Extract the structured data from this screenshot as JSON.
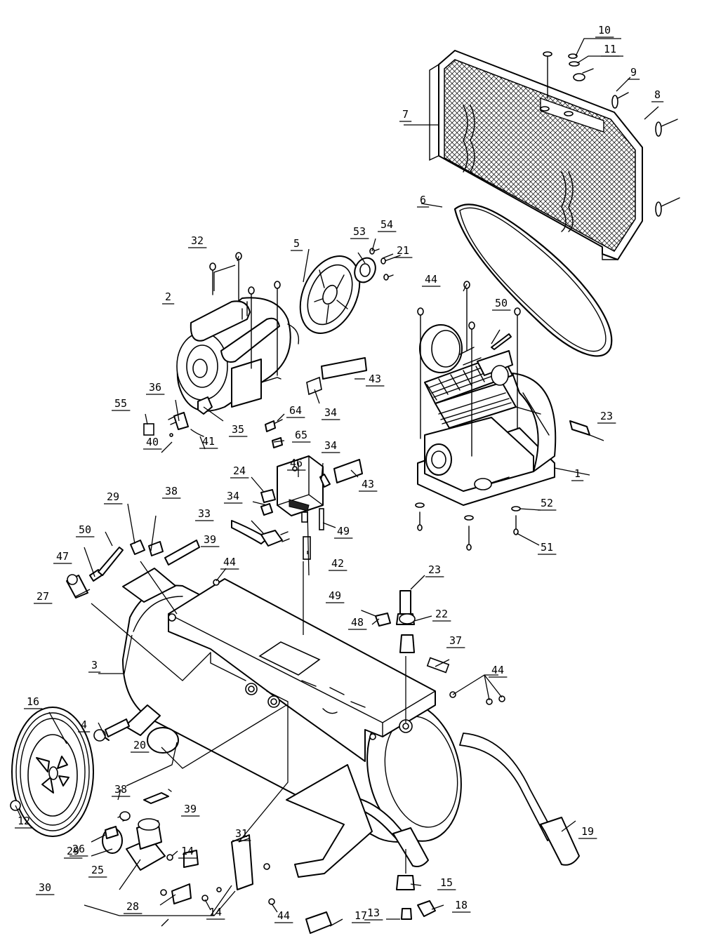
{
  "diagram": {
    "callouts": [
      {
        "id": "c1",
        "text": "1"
      },
      {
        "id": "c2",
        "text": "2"
      },
      {
        "id": "c3",
        "text": "3"
      },
      {
        "id": "c4",
        "text": "4"
      },
      {
        "id": "c5",
        "text": "5"
      },
      {
        "id": "c6",
        "text": "6"
      },
      {
        "id": "c7",
        "text": "7"
      },
      {
        "id": "c8",
        "text": "8"
      },
      {
        "id": "c9",
        "text": "9"
      },
      {
        "id": "c10",
        "text": "10"
      },
      {
        "id": "c11",
        "text": "11"
      },
      {
        "id": "c12",
        "text": "12"
      },
      {
        "id": "c13",
        "text": "13"
      },
      {
        "id": "c14a",
        "text": "14"
      },
      {
        "id": "c14b",
        "text": "14"
      },
      {
        "id": "c15",
        "text": "15"
      },
      {
        "id": "c16",
        "text": "16"
      },
      {
        "id": "c17",
        "text": "17"
      },
      {
        "id": "c18",
        "text": "18"
      },
      {
        "id": "c19",
        "text": "19"
      },
      {
        "id": "c20",
        "text": "20"
      },
      {
        "id": "c21",
        "text": "21"
      },
      {
        "id": "c22",
        "text": "22"
      },
      {
        "id": "c23a",
        "text": "23"
      },
      {
        "id": "c23b",
        "text": "23"
      },
      {
        "id": "c24",
        "text": "24"
      },
      {
        "id": "c25",
        "text": "25"
      },
      {
        "id": "c26",
        "text": "26"
      },
      {
        "id": "c27",
        "text": "27"
      },
      {
        "id": "c28",
        "text": "28"
      },
      {
        "id": "c29a",
        "text": "29"
      },
      {
        "id": "c29b",
        "text": "29"
      },
      {
        "id": "c30",
        "text": "30"
      },
      {
        "id": "c31",
        "text": "31"
      },
      {
        "id": "c32",
        "text": "32"
      },
      {
        "id": "c33",
        "text": "33"
      },
      {
        "id": "c34a",
        "text": "34"
      },
      {
        "id": "c34b",
        "text": "34"
      },
      {
        "id": "c34c",
        "text": "34"
      },
      {
        "id": "c35",
        "text": "35"
      },
      {
        "id": "c36",
        "text": "36"
      },
      {
        "id": "c37",
        "text": "37"
      },
      {
        "id": "c38a",
        "text": "38"
      },
      {
        "id": "c38b",
        "text": "38"
      },
      {
        "id": "c39a",
        "text": "39"
      },
      {
        "id": "c39b",
        "text": "39"
      },
      {
        "id": "c40",
        "text": "40"
      },
      {
        "id": "c41",
        "text": "41"
      },
      {
        "id": "c42",
        "text": "42"
      },
      {
        "id": "c43a",
        "text": "43"
      },
      {
        "id": "c43b",
        "text": "43"
      },
      {
        "id": "c44a",
        "text": "44"
      },
      {
        "id": "c44b",
        "text": "44"
      },
      {
        "id": "c44c",
        "text": "44"
      },
      {
        "id": "c44d",
        "text": "44"
      },
      {
        "id": "c46",
        "text": "46"
      },
      {
        "id": "c47",
        "text": "47"
      },
      {
        "id": "c48",
        "text": "48"
      },
      {
        "id": "c49a",
        "text": "49"
      },
      {
        "id": "c49b",
        "text": "49"
      },
      {
        "id": "c50a",
        "text": "50"
      },
      {
        "id": "c50b",
        "text": "50"
      },
      {
        "id": "c51",
        "text": "51"
      },
      {
        "id": "c52",
        "text": "52"
      },
      {
        "id": "c53",
        "text": "53"
      },
      {
        "id": "c54",
        "text": "54"
      },
      {
        "id": "c55",
        "text": "55"
      },
      {
        "id": "c64",
        "text": "64"
      },
      {
        "id": "c65",
        "text": "65"
      }
    ]
  }
}
